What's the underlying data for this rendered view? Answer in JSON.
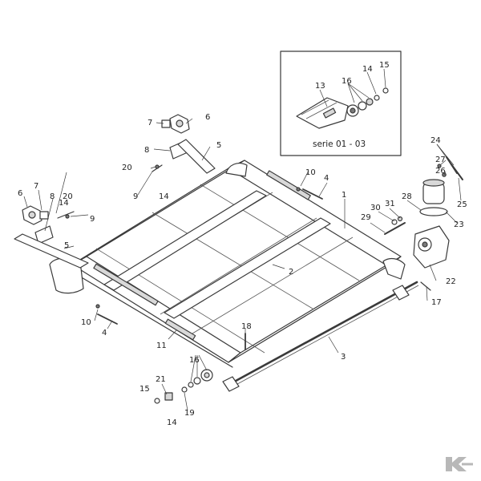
{
  "inset": {
    "caption": "serie 01 - 03"
  },
  "callouts": {
    "n1": "1",
    "n2": "2",
    "n3": "3",
    "n4a": "4",
    "n4b": "4",
    "n5a": "5",
    "n5b": "5",
    "n6a": "6",
    "n6b": "6",
    "n7a": "7",
    "n7b": "7",
    "n8a": "8",
    "n8b": "8",
    "n9a": "9",
    "n9b": "9",
    "n10a": "10",
    "n10b": "10",
    "n11": "11",
    "n13": "13",
    "n14a": "14",
    "n14b": "14",
    "n14c": "14",
    "n14d": "14",
    "n15a": "15",
    "n15b": "15",
    "n16a": "16",
    "n16b": "16",
    "n17": "17",
    "n18": "18",
    "n19": "19",
    "n20a": "20",
    "n20b": "20",
    "n21": "21",
    "n22": "22",
    "n23": "23",
    "n24": "24",
    "n25": "25",
    "n26": "26",
    "n27": "27",
    "n28": "28",
    "n29": "29",
    "n30": "30",
    "n31": "31"
  },
  "logo": {
    "name": "brand-k-logo"
  }
}
